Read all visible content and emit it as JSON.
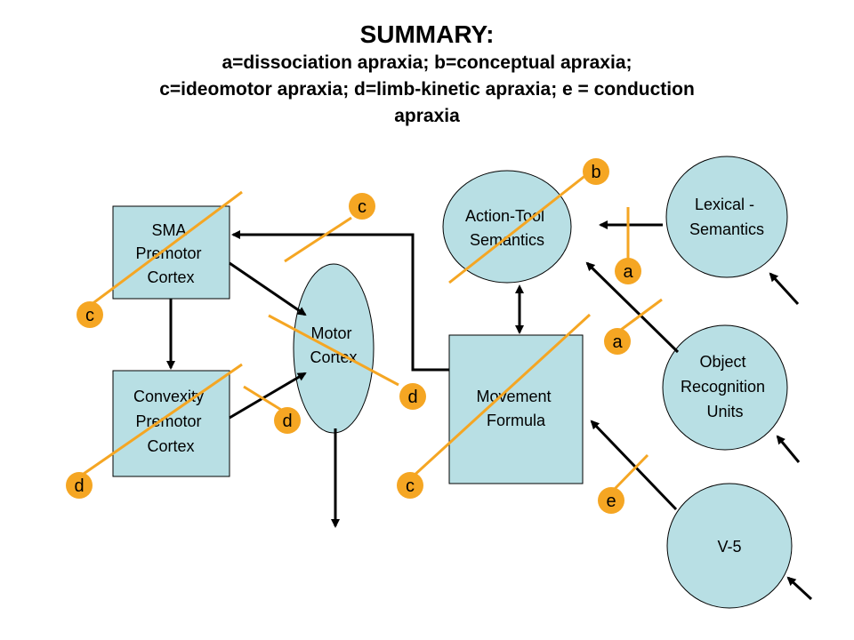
{
  "title": "SUMMARY:",
  "subtitle_lines": [
    "a=dissociation apraxia; b=conceptual apraxia;",
    "c=ideomotor apraxia; d=limb-kinetic apraxia; e = conduction",
    "apraxia"
  ],
  "nodes": {
    "sma": [
      "SMA",
      "Premotor",
      "Cortex"
    ],
    "convexity": [
      "Convexity",
      "Premotor",
      "Cortex"
    ],
    "motor": [
      "Motor",
      "Cortex"
    ],
    "action_tool": [
      "Action-Tool",
      "Semantics"
    ],
    "movement": [
      "Movement",
      "Formula"
    ],
    "lexical": [
      "Lexical -",
      "Semantics"
    ],
    "object": [
      "Object",
      "Recognition",
      "Units"
    ],
    "v5": [
      "V-5"
    ]
  },
  "markers": {
    "b_top": "b",
    "c_top": "c",
    "c_left": "c",
    "a_upper": "a",
    "a_lower": "a",
    "d_motor": "d",
    "d_middle": "d",
    "d_left": "d",
    "c_bottom": "c",
    "e": "e"
  },
  "colors": {
    "node_fill": "#b8dfe4",
    "lesion_line": "#f5a623",
    "marker_fill": "#f5a623",
    "arrow": "#000000"
  }
}
